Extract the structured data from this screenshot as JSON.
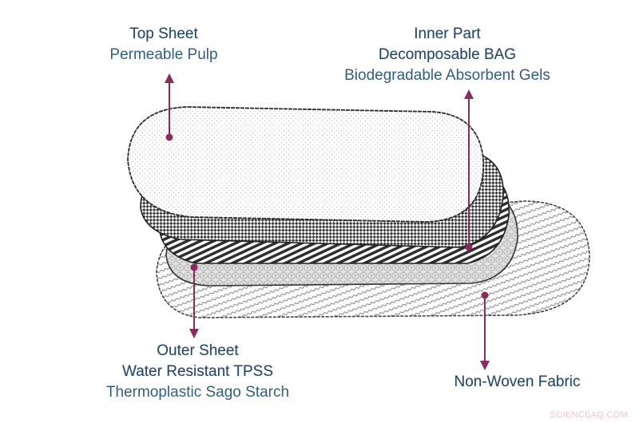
{
  "labels": {
    "top_sheet": {
      "title": "Top Sheet",
      "sub": "Permeable Pulp"
    },
    "inner_part": {
      "title": "Inner Part",
      "title2": "Decomposable BAG",
      "sub": "Biodegradable Absorbent Gels"
    },
    "outer_sheet": {
      "title": "Outer Sheet",
      "title2": "Water Resistant TPSS",
      "sub": "Thermoplastic Sago Starch"
    },
    "non_woven": {
      "title": "Non-Woven Fabric"
    }
  },
  "colors": {
    "arrow": "#8b2a5c",
    "text": "#2f5577",
    "outline": "#333333"
  },
  "watermark": "SCIENCEAQ.COM"
}
